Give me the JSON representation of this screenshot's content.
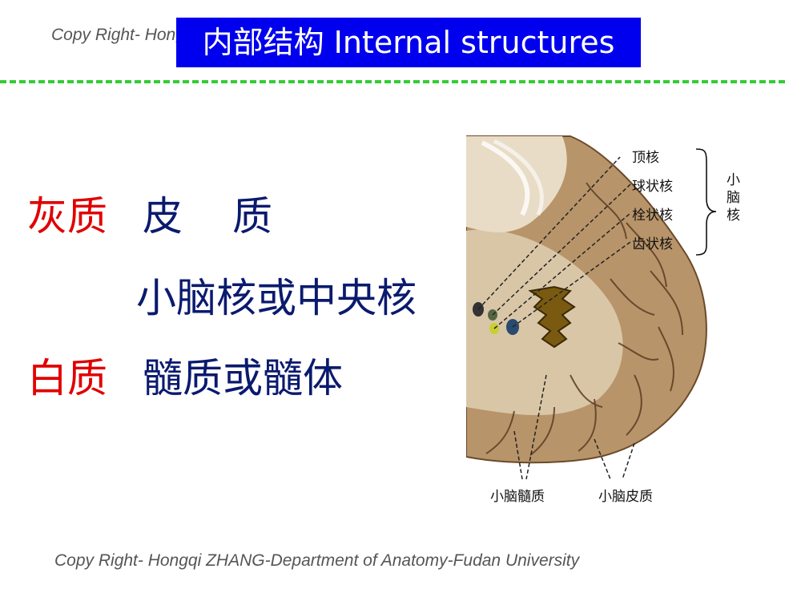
{
  "header": {
    "copyright_top": "Copy Right- Hongqi ZHANG-Department of Anatomy-Fudan University",
    "title": "内部结构  Internal structures"
  },
  "content": {
    "gray_label": "灰质",
    "cortex_1": "皮",
    "cortex_2": "质",
    "nuclei_line": "小脑核或中央核",
    "white_label": "白质",
    "medulla_line": "髓质或髓体"
  },
  "figure": {
    "labels": {
      "fastigial": "顶核",
      "globose": "球状核",
      "emboliform": "栓状核",
      "dentate": "齿状核",
      "group": "小脑核",
      "medulla": "小脑髓质",
      "cortex": "小脑皮质"
    }
  },
  "footer": {
    "copyright_bottom": "Copy Right- Hongqi ZHANG-Department of Anatomy-Fudan University"
  },
  "colors": {
    "title_bg": "#0000ee",
    "accent_red": "#e00000",
    "text_navy": "#0a1a6e",
    "dash_green": "#33cc33"
  }
}
